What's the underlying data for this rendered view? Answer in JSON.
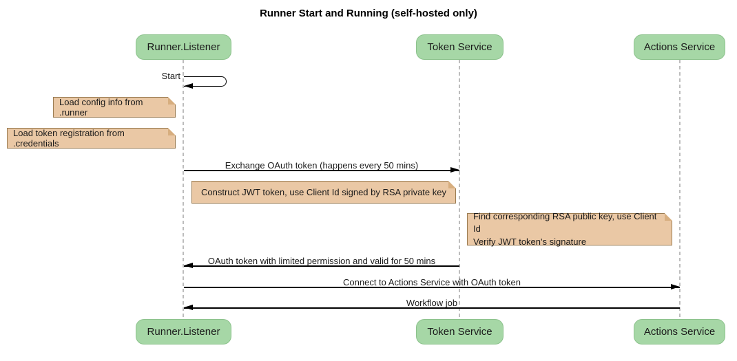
{
  "title": "Runner Start and Running (self-hosted only)",
  "participants": [
    {
      "name": "Runner.Listener"
    },
    {
      "name": "Token Service"
    },
    {
      "name": "Actions Service"
    }
  ],
  "messages": {
    "start": "Start",
    "exchange": "Exchange OAuth token (happens every 50 mins)",
    "oauth_return": "OAuth token with limited permission and valid for 50 mins",
    "connect": "Connect to Actions Service with OAuth token",
    "workflow": "Workflow job"
  },
  "notes": {
    "load_config": "Load config info from .runner",
    "load_credentials": "Load token registration from .credentials",
    "construct_jwt": "Construct JWT token, use Client Id signed by RSA private key",
    "verify_jwt_line1": "Find corresponding RSA public key, use Client Id",
    "verify_jwt_line2": "Verify JWT token's signature"
  },
  "colors": {
    "participant_fill": "#a6d7a6",
    "participant_border": "#8cc28c",
    "note_fill": "#eac8a5",
    "note_border": "#9b7c52",
    "lifeline": "#bdbdbd",
    "arrow": "#000000"
  }
}
